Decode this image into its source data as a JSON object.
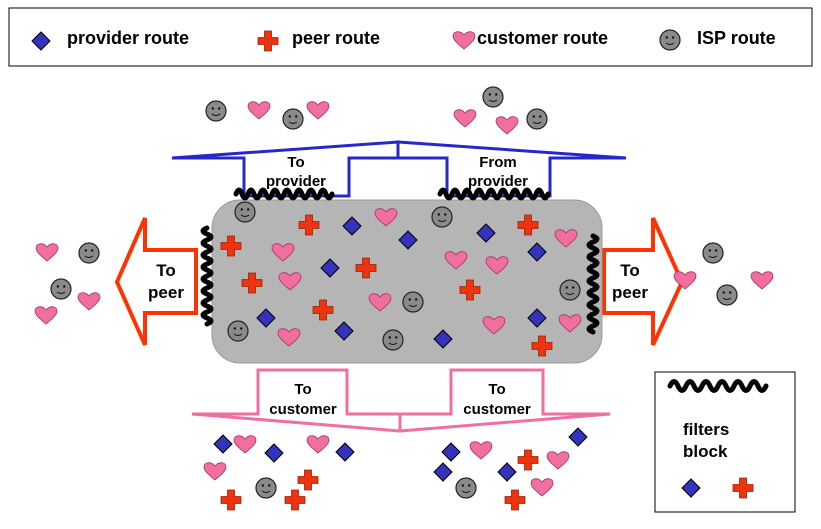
{
  "legend": {
    "items": [
      {
        "symbol": "diamond",
        "label": "provider route"
      },
      {
        "symbol": "cross",
        "label": "peer route"
      },
      {
        "symbol": "heart",
        "label": "customer route"
      },
      {
        "symbol": "smiley",
        "label": "ISP route"
      }
    ]
  },
  "arrows": {
    "to_provider": [
      "To",
      "provider"
    ],
    "from_provider": [
      "From",
      "provider"
    ],
    "to_peer_left": [
      "To",
      "peer"
    ],
    "to_peer_right": [
      "To",
      "peer"
    ],
    "to_customer_left": [
      "To",
      "customer"
    ],
    "to_customer_right": [
      "To",
      "customer"
    ]
  },
  "filters_box": {
    "lines": [
      "filters",
      "block"
    ]
  },
  "colors": {
    "provider": "#3333bb",
    "peer": "#ee3311",
    "customer": "#f06fa0",
    "isp": "#8a8a8a",
    "isp_box": "#b5b5b5",
    "provider_arrow": "#2828c8",
    "peer_arrow": "#ff3300",
    "customer_arrow": "#f06fa0"
  }
}
